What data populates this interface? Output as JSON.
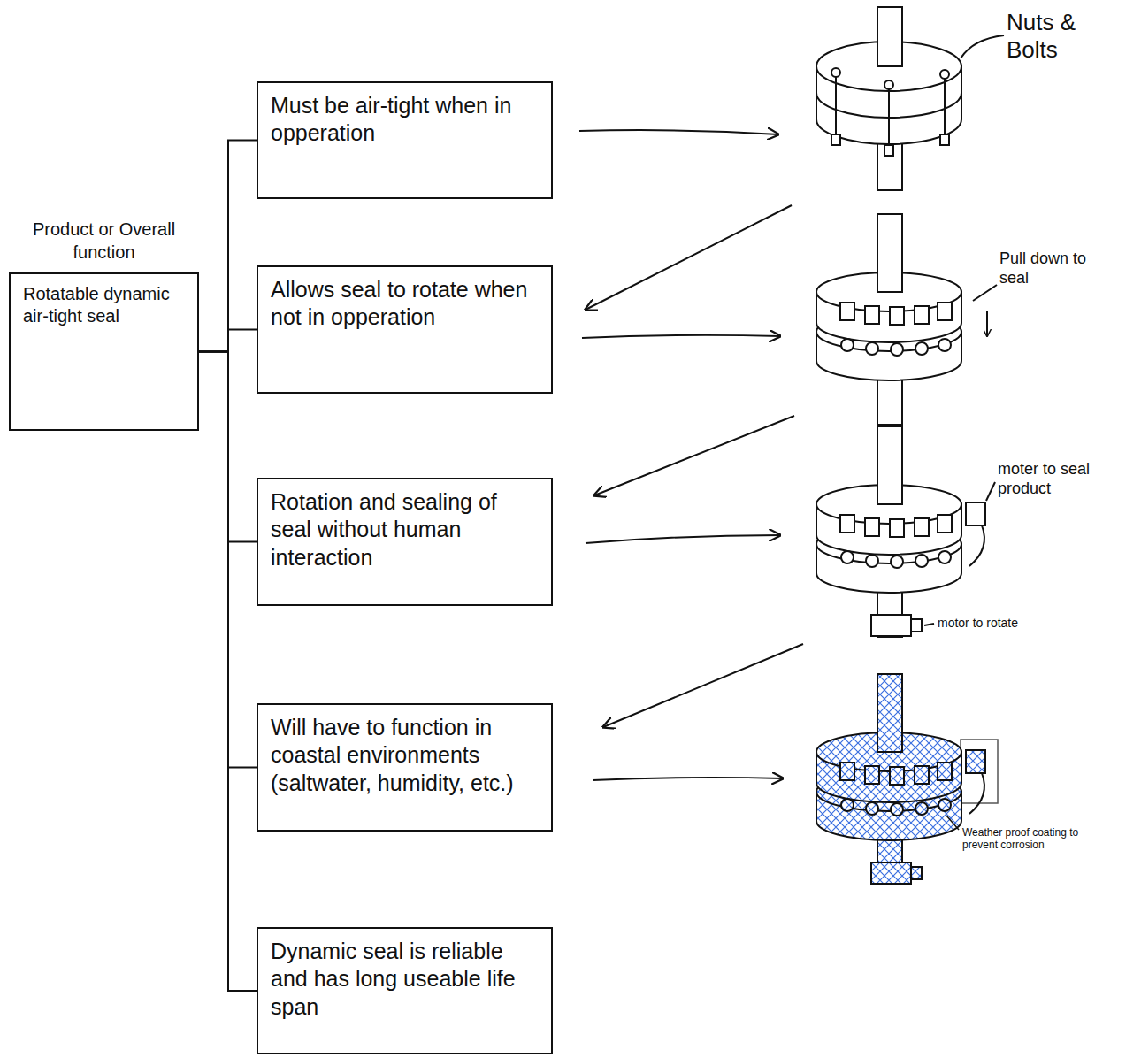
{
  "diagram": {
    "nodes": [
      {
        "text": [
          "Product or Overall function",
          "Rotatable dynamic air-tight seal"
        ]
      },
      {
        "text": [
          "Must be air-tight when in opperation"
        ]
      },
      {
        "text": [
          "Allows seal to rotate when not in opperation"
        ]
      },
      {
        "text": [
          "Rotation and sealing of seal without human interaction"
        ]
      },
      {
        "text": [
          "Will have to function in coastal environments (saltwater, humidity, etc.)"
        ]
      },
      {
        "text": [
          "Dynamic seal is reliable and has long useable life span"
        ]
      }
    ],
    "edges": [
      {
        "from": 0,
        "to": 1,
        "arrow": "none"
      },
      {
        "from": 0,
        "to": 2,
        "arrow": "none"
      },
      {
        "from": 0,
        "to": 3,
        "arrow": "none"
      },
      {
        "from": 0,
        "to": 4,
        "arrow": "none"
      },
      {
        "from": 0,
        "to": 5,
        "arrow": "none"
      }
    ],
    "labels": [
      "Nuts & Bolts",
      "Pull down to seal",
      "moter to seal product",
      "motor to rotate",
      "Weather proof coating to prevent corrosion"
    ]
  }
}
